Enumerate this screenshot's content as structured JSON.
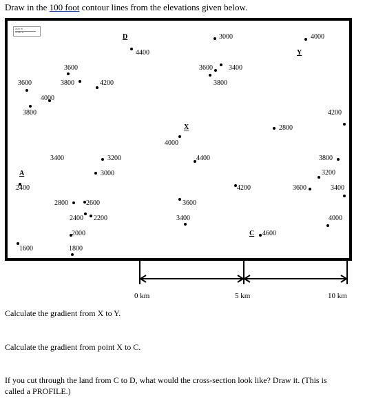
{
  "instruction": {
    "prefix": "Draw in the ",
    "link": "100 foot",
    "suffix": " contour lines from the elevations given below."
  },
  "scale_widget": {
    "line1": "500 m",
    "line2": "2000 ft"
  },
  "points": {
    "D": "D",
    "Y": "Y",
    "X": "X",
    "A": "A",
    "C": "C",
    "e4400_top": "4400",
    "e3000_top": "3000",
    "e4000_topright": "4000",
    "e3600_a": "3600",
    "e3800_a": "3800",
    "e4200_a": "4200",
    "e3600_b": "3600",
    "e4000_b": "4000",
    "e3800_b": "3800",
    "e3600_mid": "3600",
    "e3400_mid": "3400",
    "e3800_mid": "3800",
    "e4200_right": "4200",
    "e2800_right": "2800",
    "e4000_x": "4000",
    "e3400_left": "3400",
    "e3200_left": "3200",
    "e3000_left": "3000",
    "e4400_mid": "4400",
    "e3800_right": "3800",
    "e3200_right": "3200",
    "e2400": "2400",
    "e4200_mid": "4200",
    "e3600_r": "3600",
    "e3400_r": "3400",
    "e2800_low": "2800",
    "e2600": "2600",
    "e3600_low": "3600",
    "e2400_low": "2400",
    "e2200": "2200",
    "e3400_low": "3400",
    "e4000_low": "4000",
    "e4600": "4600",
    "e2000": "2000",
    "e1600": "1600",
    "e1800": "1800"
  },
  "scale_labels": {
    "zero": "0 km",
    "five": "5 km",
    "ten": "10 km"
  },
  "questions": {
    "q1": "Calculate the gradient from X to Y.",
    "q2": "Calculate the gradient from point X to C.",
    "q3_line1": "If you cut through the land from C to D, what would the cross-section look like? Draw it. (This is",
    "q3_line2": "called a PROFILE.)"
  }
}
